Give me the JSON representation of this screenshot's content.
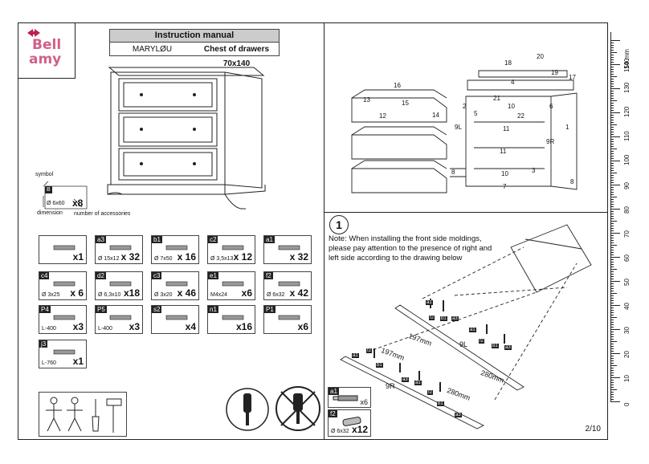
{
  "brand": {
    "line1": "Bell",
    "line2": "amy"
  },
  "header": {
    "title": "Instruction manual",
    "model": "MARYLØU",
    "product": "Chest of drawers  70x140"
  },
  "legend": {
    "symbol": "symbol",
    "dimension": "dimension",
    "accessories": "number of accessories",
    "code": "B",
    "dim": "Ø 6x60",
    "qty": "x8"
  },
  "parts": [
    {
      "code": "",
      "dim": "",
      "qty": "x1"
    },
    {
      "code": "a3",
      "dim": "Ø 15x12",
      "qty": "x 32"
    },
    {
      "code": "b1",
      "dim": "Ø 7x50",
      "qty": "x 16"
    },
    {
      "code": "c2",
      "dim": "Ø 3,5x13",
      "qty": "x 12"
    },
    {
      "code": "a1",
      "dim": "",
      "qty": "x 32"
    },
    {
      "code": "c4",
      "dim": "Ø 3x25",
      "qty": "x 6"
    },
    {
      "code": "d2",
      "dim": "Ø 6,3x10",
      "qty": "x18"
    },
    {
      "code": "c3",
      "dim": "Ø 3x20",
      "qty": "x 46"
    },
    {
      "code": "e1",
      "dim": "M4x24",
      "qty": "x6"
    },
    {
      "code": "f2",
      "dim": "Ø 6x32",
      "qty": "x 42"
    },
    {
      "code": "P4",
      "dim": "L-400",
      "qty": "x3"
    },
    {
      "code": "P5",
      "dim": "L-400",
      "qty": "x3"
    },
    {
      "code": "s2",
      "dim": "",
      "qty": "x4"
    },
    {
      "code": "n1",
      "dim": "",
      "qty": "x16"
    },
    {
      "code": "P1",
      "dim": "",
      "qty": "x6"
    },
    {
      "code": "j3",
      "dim": "L-760",
      "qty": "x1"
    }
  ],
  "exploded_labels": [
    "20",
    "18",
    "19",
    "17",
    "4",
    "16",
    "13",
    "15",
    "21",
    "10",
    "2",
    "6",
    "14",
    "12",
    "5",
    "22",
    "9L",
    "11",
    "1",
    "9R",
    "11",
    "3",
    "8",
    "10",
    "7",
    "8"
  ],
  "step": {
    "number": "1",
    "note": "Note: When installing the front side moldings, please pay attention to the presence of right and left side according to the drawing below",
    "labels": {
      "left": "9L",
      "right": "9R"
    },
    "dims": [
      "197mm",
      "197mm",
      "280mm",
      "280mm"
    ],
    "fitting_codes": [
      "a1",
      "f2",
      "b1",
      "a3"
    ],
    "callouts": [
      {
        "code": "a1",
        "qty": "x6"
      },
      {
        "code": "f2",
        "dim": "Ø 6x32",
        "qty": "x12"
      }
    ]
  },
  "ruler": {
    "unit": "150 mm",
    "ticks": [
      "140",
      "130",
      "120",
      "110",
      "100",
      "90",
      "80",
      "70",
      "60",
      "50",
      "40",
      "30",
      "20",
      "10",
      "0"
    ]
  },
  "page": "2/10"
}
